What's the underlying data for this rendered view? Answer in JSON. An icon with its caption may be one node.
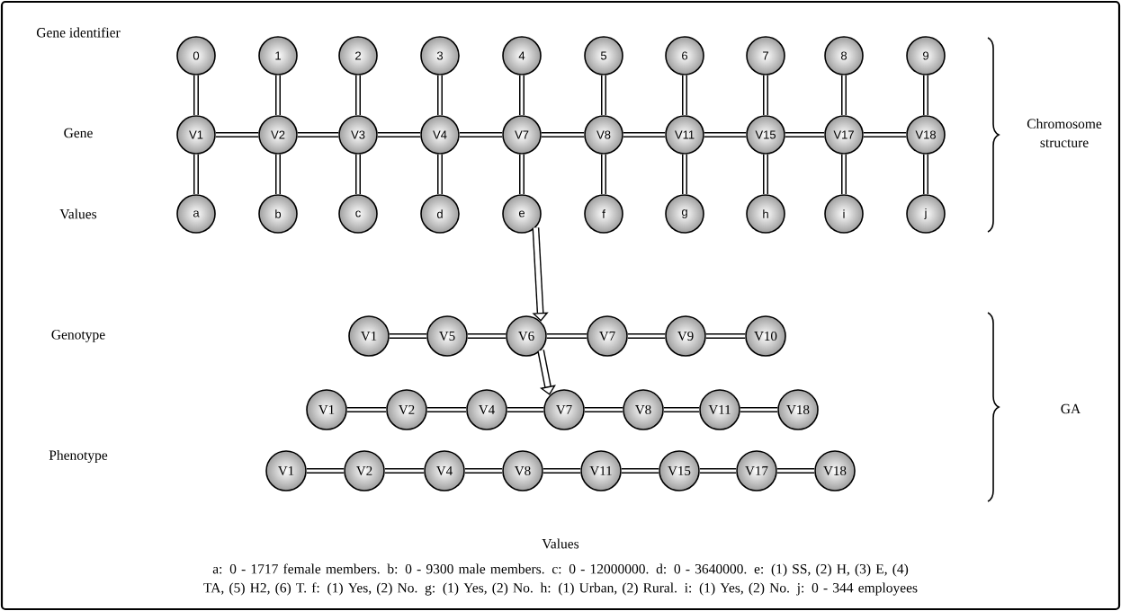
{
  "diagram": {
    "nodes": [
      {
        "text": [
          "0"
        ]
      },
      {
        "text": [
          "1"
        ]
      },
      {
        "text": [
          "2"
        ]
      },
      {
        "text": [
          "3"
        ]
      },
      {
        "text": [
          "4"
        ]
      },
      {
        "text": [
          "5"
        ]
      },
      {
        "text": [
          "6"
        ]
      },
      {
        "text": [
          "7"
        ]
      },
      {
        "text": [
          "8"
        ]
      },
      {
        "text": [
          "9"
        ]
      },
      {
        "text": [
          "V1"
        ]
      },
      {
        "text": [
          "V2"
        ]
      },
      {
        "text": [
          "V3"
        ]
      },
      {
        "text": [
          "V4"
        ]
      },
      {
        "text": [
          "V7"
        ]
      },
      {
        "text": [
          "V8"
        ]
      },
      {
        "text": [
          "V11"
        ]
      },
      {
        "text": [
          "V15"
        ]
      },
      {
        "text": [
          "V17"
        ]
      },
      {
        "text": [
          "V18"
        ]
      },
      {
        "text": [
          "a"
        ]
      },
      {
        "text": [
          "b"
        ]
      },
      {
        "text": [
          "c"
        ]
      },
      {
        "text": [
          "d"
        ]
      },
      {
        "text": [
          "e"
        ]
      },
      {
        "text": [
          "f"
        ]
      },
      {
        "text": [
          "g"
        ]
      },
      {
        "text": [
          "h"
        ]
      },
      {
        "text": [
          "i"
        ]
      },
      {
        "text": [
          "j"
        ]
      },
      {
        "text": [
          "V1"
        ]
      },
      {
        "text": [
          "V5"
        ]
      },
      {
        "text": [
          "V6"
        ]
      },
      {
        "text": [
          "V7"
        ]
      },
      {
        "text": [
          "V9"
        ]
      },
      {
        "text": [
          "V10"
        ]
      },
      {
        "text": [
          "V1"
        ]
      },
      {
        "text": [
          "V2"
        ]
      },
      {
        "text": [
          "V4"
        ]
      },
      {
        "text": [
          "V7"
        ]
      },
      {
        "text": [
          "V8"
        ]
      },
      {
        "text": [
          "V11"
        ]
      },
      {
        "text": [
          "V18"
        ]
      },
      {
        "text": [
          "V1"
        ]
      },
      {
        "text": [
          "V2"
        ]
      },
      {
        "text": [
          "V4"
        ]
      },
      {
        "text": [
          "V8"
        ]
      },
      {
        "text": [
          "V11"
        ]
      },
      {
        "text": [
          "V15"
        ]
      },
      {
        "text": [
          "V17"
        ]
      },
      {
        "text": [
          "V18"
        ]
      }
    ],
    "edges": [
      {
        "from": 0,
        "to": 10,
        "arrow": "none"
      },
      {
        "from": 1,
        "to": 11,
        "arrow": "none"
      },
      {
        "from": 2,
        "to": 12,
        "arrow": "none"
      },
      {
        "from": 3,
        "to": 13,
        "arrow": "none"
      },
      {
        "from": 4,
        "to": 14,
        "arrow": "none"
      },
      {
        "from": 5,
        "to": 15,
        "arrow": "none"
      },
      {
        "from": 6,
        "to": 16,
        "arrow": "none"
      },
      {
        "from": 7,
        "to": 17,
        "arrow": "none"
      },
      {
        "from": 8,
        "to": 18,
        "arrow": "none"
      },
      {
        "from": 9,
        "to": 19,
        "arrow": "none"
      },
      {
        "from": 10,
        "to": 20,
        "arrow": "none"
      },
      {
        "from": 11,
        "to": 21,
        "arrow": "none"
      },
      {
        "from": 12,
        "to": 22,
        "arrow": "none"
      },
      {
        "from": 13,
        "to": 23,
        "arrow": "none"
      },
      {
        "from": 14,
        "to": 24,
        "arrow": "none"
      },
      {
        "from": 15,
        "to": 25,
        "arrow": "none"
      },
      {
        "from": 16,
        "to": 26,
        "arrow": "none"
      },
      {
        "from": 17,
        "to": 27,
        "arrow": "none"
      },
      {
        "from": 18,
        "to": 28,
        "arrow": "none"
      },
      {
        "from": 19,
        "to": 29,
        "arrow": "none"
      },
      {
        "from": 10,
        "to": 11,
        "arrow": "none"
      },
      {
        "from": 11,
        "to": 12,
        "arrow": "none"
      },
      {
        "from": 12,
        "to": 13,
        "arrow": "none"
      },
      {
        "from": 13,
        "to": 14,
        "arrow": "none"
      },
      {
        "from": 14,
        "to": 15,
        "arrow": "none"
      },
      {
        "from": 15,
        "to": 16,
        "arrow": "none"
      },
      {
        "from": 16,
        "to": 17,
        "arrow": "none"
      },
      {
        "from": 17,
        "to": 18,
        "arrow": "none"
      },
      {
        "from": 18,
        "to": 19,
        "arrow": "none"
      },
      {
        "from": 30,
        "to": 31,
        "arrow": "none"
      },
      {
        "from": 31,
        "to": 32,
        "arrow": "none"
      },
      {
        "from": 32,
        "to": 33,
        "arrow": "none"
      },
      {
        "from": 33,
        "to": 34,
        "arrow": "none"
      },
      {
        "from": 34,
        "to": 35,
        "arrow": "none"
      },
      {
        "from": 36,
        "to": 37,
        "arrow": "none"
      },
      {
        "from": 37,
        "to": 38,
        "arrow": "none"
      },
      {
        "from": 38,
        "to": 39,
        "arrow": "none"
      },
      {
        "from": 39,
        "to": 40,
        "arrow": "none"
      },
      {
        "from": 40,
        "to": 41,
        "arrow": "none"
      },
      {
        "from": 41,
        "to": 42,
        "arrow": "none"
      },
      {
        "from": 43,
        "to": 44,
        "arrow": "none"
      },
      {
        "from": 44,
        "to": 45,
        "arrow": "none"
      },
      {
        "from": 45,
        "to": 46,
        "arrow": "none"
      },
      {
        "from": 46,
        "to": 47,
        "arrow": "none"
      },
      {
        "from": 47,
        "to": 48,
        "arrow": "none"
      },
      {
        "from": 48,
        "to": 49,
        "arrow": "none"
      },
      {
        "from": 49,
        "to": 50,
        "arrow": "none"
      },
      {
        "from": 24,
        "to": 32,
        "arrow": "to"
      },
      {
        "from": 32,
        "to": 39,
        "arrow": "to"
      }
    ],
    "labels": [
      "Gene identifier",
      "Gene",
      "Chromosome structure",
      "Values",
      "Genotype",
      "GA",
      "Phenotype",
      "Values",
      "a: 0 - 1717 female members. b: 0 - 9300 male members. c: 0 - 12000000. d: 0 - 3640000. e: (1) SS, (2) H, (3) E, (4) TA, (5) H2, (6) T. f: (1) Yes, (2) No. g: (1) Yes, (2) No. h: (1) Urban, (2) Rural. i: (1) Yes, (2) No. j: 0 - 344 employees"
    ]
  }
}
